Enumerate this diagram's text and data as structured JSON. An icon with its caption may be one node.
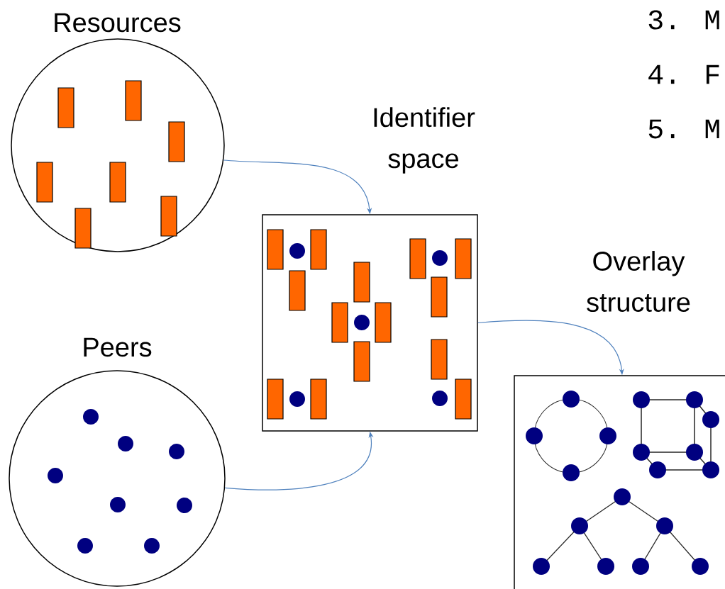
{
  "diagram": {
    "nodes": [
      {
        "text": [
          "Resources"
        ]
      },
      {
        "text": [
          "Peers"
        ]
      },
      {
        "text": [
          "Identifier space"
        ]
      },
      {
        "text": [
          "Overlay structure"
        ]
      }
    ],
    "edges": [
      {
        "from": 0,
        "to": 2,
        "arrow": "to"
      },
      {
        "from": 1,
        "to": 2,
        "arrow": "to"
      },
      {
        "from": 2,
        "to": 3,
        "arrow": "to"
      }
    ],
    "labels": [
      "3. M",
      "4. F",
      "5. M"
    ]
  }
}
